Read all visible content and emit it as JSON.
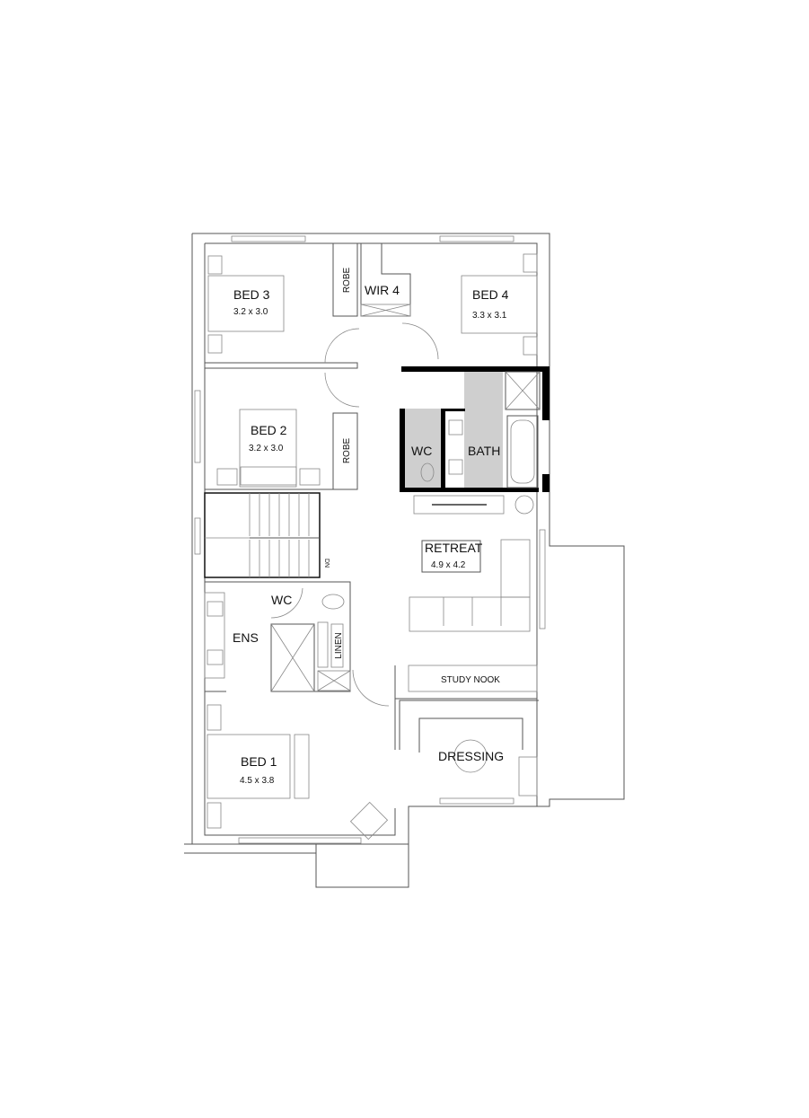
{
  "rooms": {
    "bed3": {
      "name": "BED 3",
      "size": "3.2 x 3.0"
    },
    "bed4": {
      "name": "BED 4",
      "size": "3.3 x 3.1"
    },
    "bed2": {
      "name": "BED 2",
      "size": "3.2 x 3.0"
    },
    "bed1": {
      "name": "BED 1",
      "size": "4.5 x 3.8"
    },
    "retreat": {
      "name": "RETREAT",
      "size": "4.9 x 4.2"
    },
    "wir4": "WIR 4",
    "robe_top": "ROBE",
    "robe_bottom": "ROBE",
    "wc_main": "WC",
    "bath": "BATH",
    "wc_ens": "WC",
    "ens": "ENS",
    "linen": "LINEN",
    "study_nook": "STUDY NOOK",
    "dressing": "DRESSING",
    "stair_dn": "DN"
  },
  "colors": {
    "wet_area": "#cfcfcf",
    "wall_heavy": "#000000",
    "wall": "#555555"
  }
}
